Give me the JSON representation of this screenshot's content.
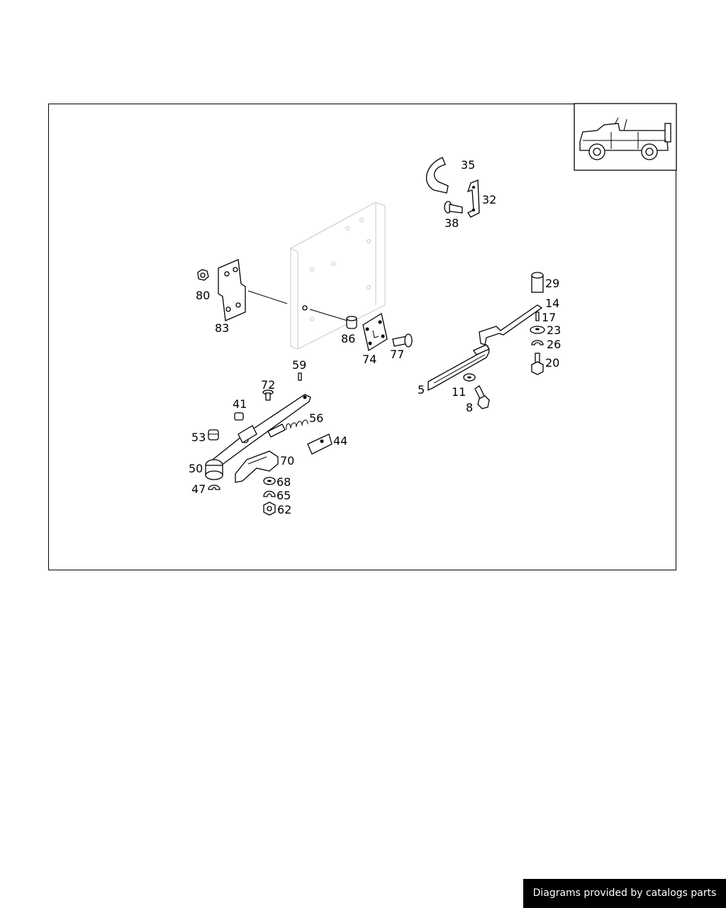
{
  "diagram": {
    "callouts": [
      "35",
      "32",
      "38",
      "80",
      "83",
      "86",
      "74",
      "77",
      "29",
      "14",
      "17",
      "23",
      "26",
      "20",
      "5",
      "11",
      "8",
      "59",
      "72",
      "41",
      "56",
      "53",
      "44",
      "70",
      "50",
      "68",
      "47",
      "65",
      "62"
    ],
    "thumbnail_icon": "vehicle-icon"
  },
  "footer": {
    "credit": "Diagrams provided by catalogs parts"
  },
  "colors": {
    "line": "#000000",
    "faint_line": "#c8c8c8",
    "credit_background": "#000000",
    "credit_text": "#ffffff"
  }
}
